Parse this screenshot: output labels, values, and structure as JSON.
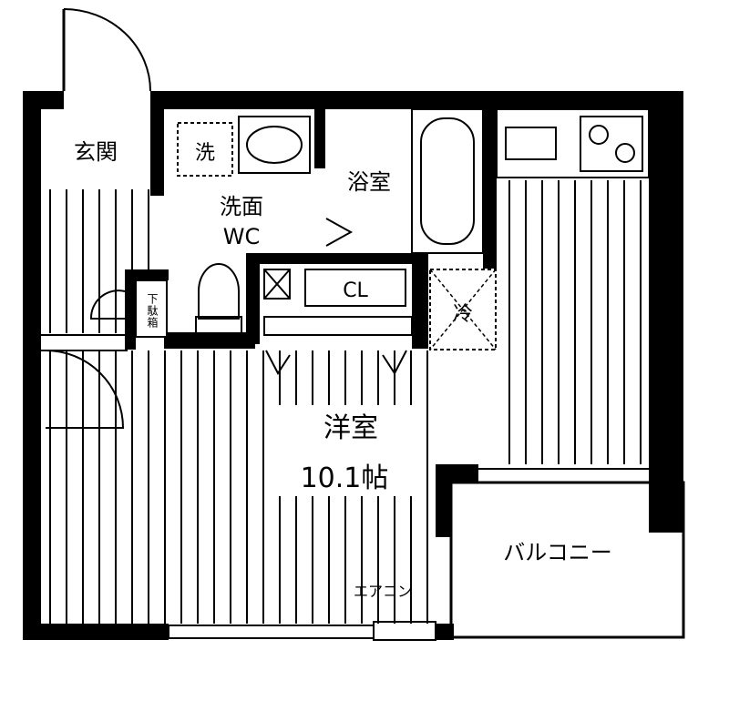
{
  "floorplan": {
    "rooms": {
      "entrance": "玄関",
      "washroom_line1": "洗面",
      "washroom_line2": "WC",
      "washer": "洗",
      "bathroom": "浴室",
      "closet": "CL",
      "fridge": "冷",
      "shoe_box": "下駄箱",
      "western_room": "洋室",
      "western_room_size": "10.1帖",
      "balcony": "バルコニー",
      "air_conditioner": "エアコン"
    },
    "colors": {
      "wall": "#000000",
      "background": "#ffffff"
    }
  }
}
